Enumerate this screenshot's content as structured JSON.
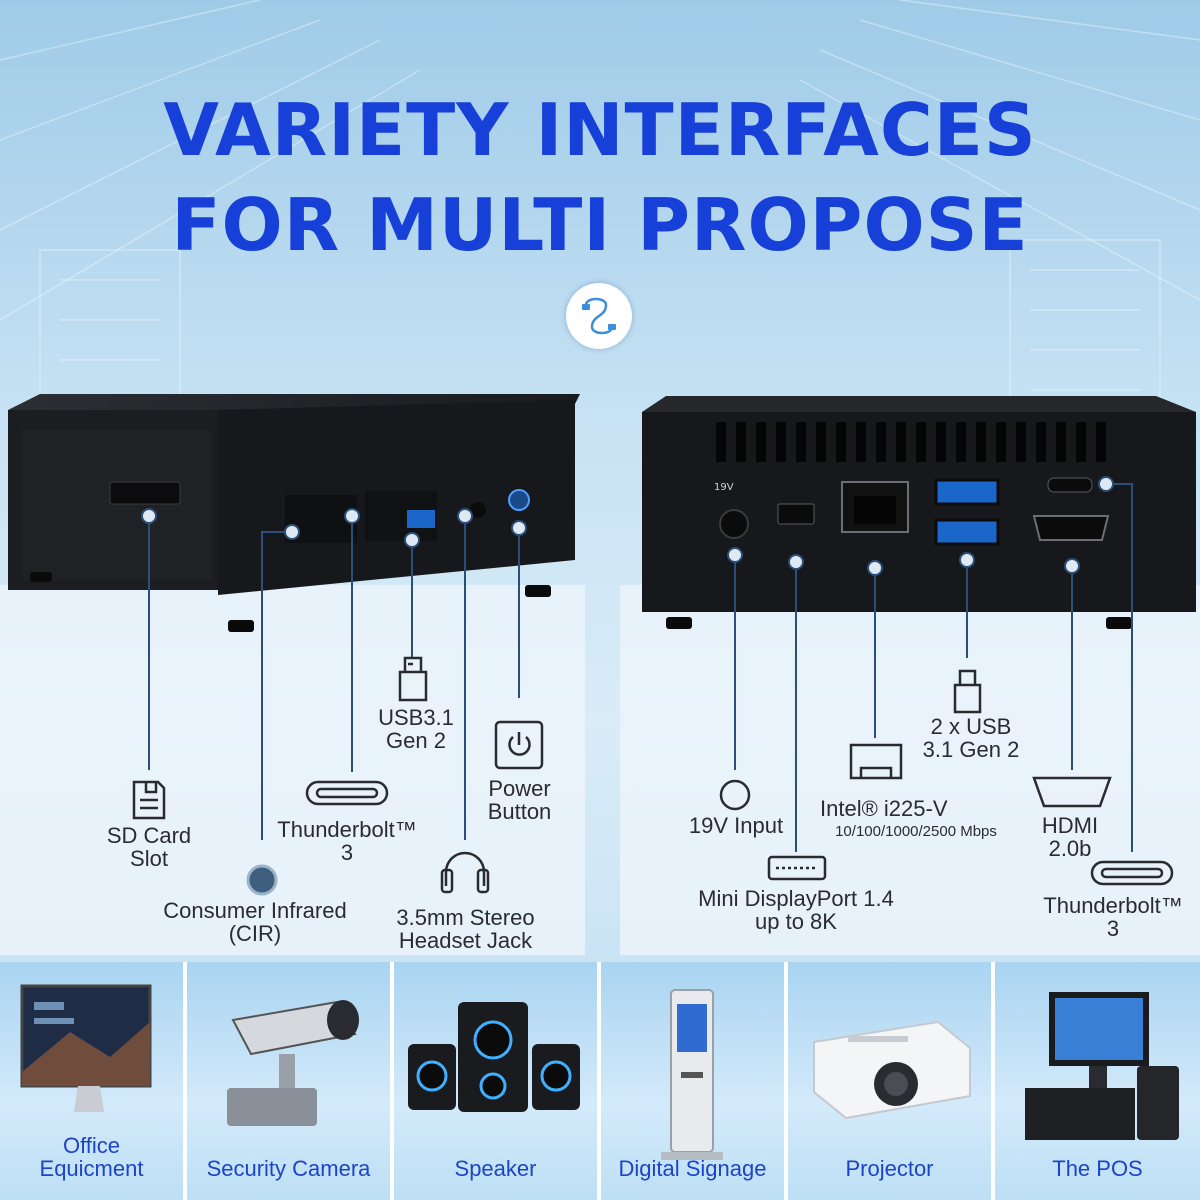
{
  "headline": {
    "line1": "VARIETY INTERFACES",
    "line2": "FOR MULTI PROPOSE"
  },
  "colors": {
    "title_blue": "#1740d8",
    "caption_blue": "#1d44c7",
    "callout_line": "#2a4f7a",
    "device_black": "#16171a"
  },
  "icons": [
    "cable-icon",
    "sd-card-icon",
    "usb-plug-icon",
    "thunderbolt-port-icon",
    "power-icon",
    "headphones-icon",
    "ir-sensor-icon",
    "dc-jack-icon",
    "ethernet-port-icon",
    "hdmi-port-icon",
    "displayport-icon"
  ],
  "front_panel": {
    "sd_card": [
      "SD Card",
      "Slot"
    ],
    "cir": [
      "Consumer Infrared",
      "(CIR)"
    ],
    "thunderbolt": [
      "Thunderbolt™",
      "3"
    ],
    "usb": [
      "USB3.1",
      "Gen 2"
    ],
    "audio": [
      "3.5mm Stereo",
      "Headset Jack"
    ],
    "power": [
      "Power",
      "Button"
    ]
  },
  "rear_panel": {
    "power_in": "19V Input",
    "displayport": [
      "Mini DisplayPort 1.4",
      "up to 8K"
    ],
    "ethernet": "Intel® i225-V",
    "ethernet_speed": "10/100/1000/2500 Mbps",
    "usb": [
      "2 x USB",
      "3.1 Gen 2"
    ],
    "hdmi": [
      "HDMI",
      "2.0b"
    ],
    "thunderbolt": [
      "Thunderbolt™",
      "3"
    ],
    "dc_label": "19V"
  },
  "applications": [
    {
      "name": [
        "Office",
        "Equicment"
      ]
    },
    {
      "name": [
        "Security Camera"
      ]
    },
    {
      "name": [
        "Speaker"
      ]
    },
    {
      "name": [
        "Digital Signage"
      ]
    },
    {
      "name": [
        "Projector"
      ]
    },
    {
      "name": [
        "The POS"
      ]
    }
  ]
}
